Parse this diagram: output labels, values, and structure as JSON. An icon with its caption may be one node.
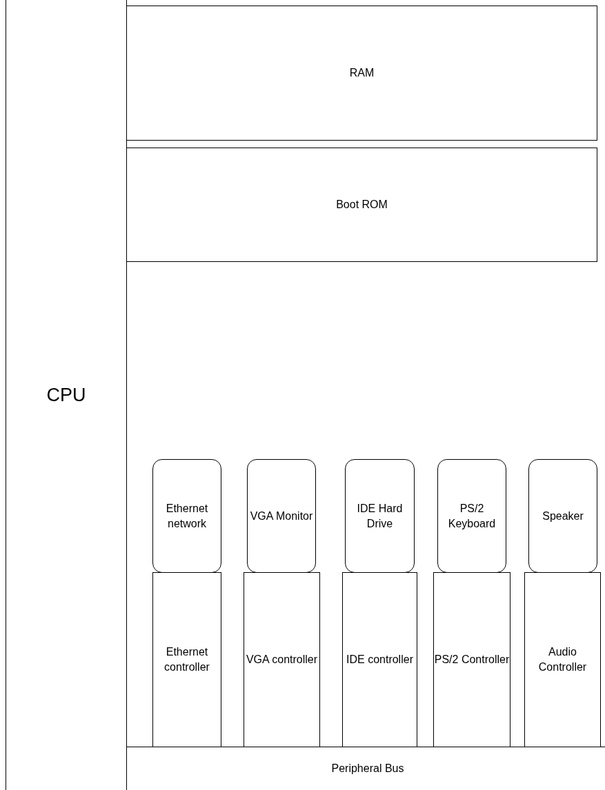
{
  "diagram": {
    "nodes": [
      {
        "text": [
          "CPU"
        ]
      },
      {
        "text": [
          "RAM"
        ]
      },
      {
        "text": [
          "Boot ROM"
        ]
      },
      {
        "text": [
          "Ethernet network"
        ]
      },
      {
        "text": [
          "VGA Monitor"
        ]
      },
      {
        "text": [
          "IDE Hard Drive"
        ]
      },
      {
        "text": [
          "PS/2 Keyboard"
        ]
      },
      {
        "text": [
          "Speaker"
        ]
      },
      {
        "text": [
          "Ethernet controller"
        ]
      },
      {
        "text": [
          "VGA controller"
        ]
      },
      {
        "text": [
          "IDE controller"
        ]
      },
      {
        "text": [
          "PS/2 Controller"
        ]
      },
      {
        "text": [
          "Audio Controller"
        ]
      },
      {
        "text": [
          "Peripheral Bus"
        ]
      }
    ]
  }
}
